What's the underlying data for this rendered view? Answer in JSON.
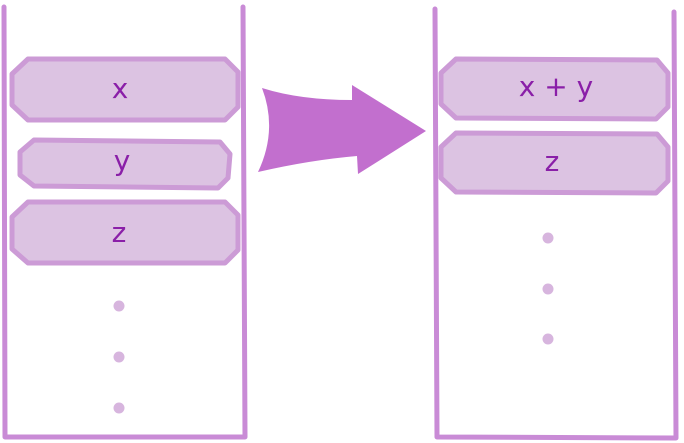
{
  "colors": {
    "wall": "#c98bd6",
    "cell_fill": "#dcc3e2",
    "cell_stroke": "#cc9bd6",
    "label": "#8a1fa8",
    "arrow": "#c26fce",
    "dot": "#d7b5de"
  },
  "left_stack": {
    "cells": [
      {
        "label": "x"
      },
      {
        "label": "y"
      },
      {
        "label": "z"
      }
    ],
    "continuation_dots": 3
  },
  "arrow": {
    "icon": "right-arrow-icon"
  },
  "right_stack": {
    "cells": [
      {
        "label": "x + y"
      },
      {
        "label": "z"
      }
    ],
    "continuation_dots": 3
  }
}
